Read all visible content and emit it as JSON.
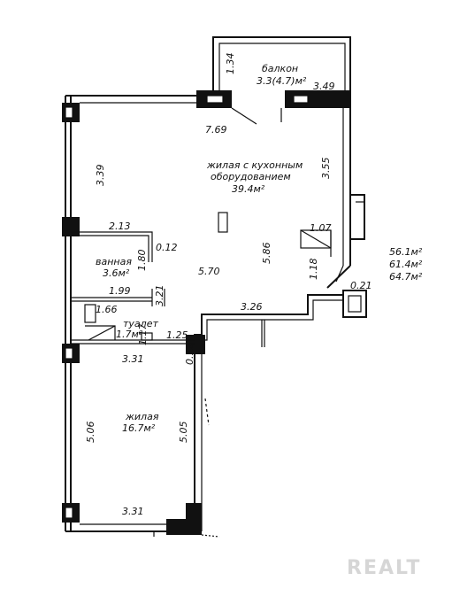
{
  "rooms": {
    "balcony_name": "балкон",
    "balcony_area": "3.3(4.7)м²",
    "living_kitchen_line1": "жилая с кухонным",
    "living_kitchen_line2": "оборудованием",
    "living_kitchen_area": "39.4м²",
    "bathroom_name": "ванная",
    "bathroom_area": "3.6м²",
    "toilet_name": "туалет",
    "toilet_area": "1.7м²",
    "living_name": "жилая",
    "living_area": "16.7м²"
  },
  "dimensions": {
    "balcony_depth": "1.34",
    "balcony_width": "3.49",
    "top_wall": "7.69",
    "left_upper": "3.39",
    "right_upper": "3.55",
    "bath_width": "2.13",
    "bath_small": "0.12",
    "kitchen_niche": "1.07",
    "bath_height": "1.80",
    "center_width": "5.70",
    "center_height": "5.86",
    "right_lower": "1.18",
    "step_right": "0.21",
    "bath_lower_width": "1.99",
    "partition": "3.21",
    "toilet_width": "1.66",
    "corridor_width": "3.26",
    "toilet_height": "1.17",
    "doorway": "1.25",
    "wall_thickness": "0.12",
    "living_width_top": "3.31",
    "living_height_left": "5.06",
    "living_height_right": "5.05",
    "living_width_bottom": "3.31"
  },
  "totals": {
    "living": "56.1м²",
    "total": "61.4м²",
    "with_balcony": "64.7м²"
  },
  "watermark": "REALT"
}
